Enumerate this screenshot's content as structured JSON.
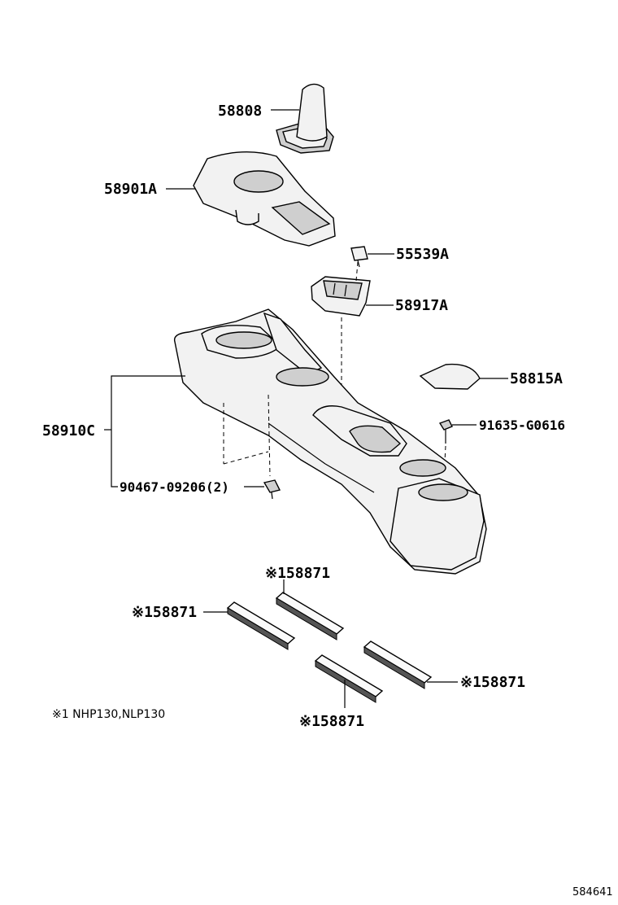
{
  "parts": {
    "p58808": "58808",
    "p58901A": "58901A",
    "p55539A": "55539A",
    "p58917A": "58917A",
    "p58815A": "58815A",
    "p91635": "91635-G0616",
    "p58910C": "58910C",
    "p90467": "90467-09206(2)",
    "strip_top": "※158871",
    "strip_left": "※158871",
    "strip_right": "※158871",
    "strip_bottom": "※158871"
  },
  "footnote": "※1 NHP130,NLP130",
  "figure_ref": "584641"
}
